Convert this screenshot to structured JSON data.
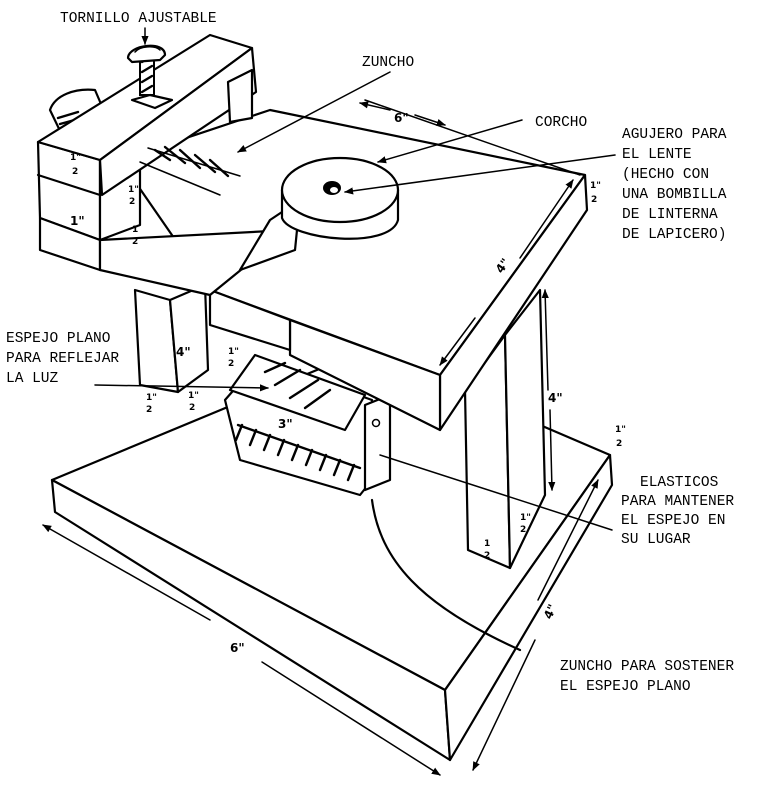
{
  "diagram": {
    "subject": "Soporte de microscopio casero",
    "labels": {
      "tornillo": "TORNILLO AJUSTABLE",
      "zuncho_top": "ZUNCHO",
      "corcho": "CORCHO",
      "agujero": [
        "AGUJERO PARA",
        "EL LENTE",
        "(HECHO CON",
        "UNA BOMBILLA",
        "DE LINTERNA",
        "DE LAPICERO)"
      ],
      "espejo": [
        "ESPEJO PLANO",
        "PARA REFLEJAR",
        "LA LUZ"
      ],
      "elasticos": [
        "ELASTICOS",
        "PARA MANTENER",
        "EL ESPEJO EN",
        "SU LUGAR"
      ],
      "zuncho_espejo": [
        "ZUNCHO PARA SOSTENER",
        "EL ESPEJO PLANO"
      ]
    },
    "dimensions": {
      "top_length": "6\"",
      "platform_depth": "4\"",
      "platform_thickness_num": "1\"",
      "platform_thickness_den": "2",
      "left_block_top_num": "1\"",
      "left_block_top_den": "2",
      "left_block_mid_num": "1\"",
      "left_block_mid_den": "2",
      "left_block_width": "1\"",
      "left_block_gap_num": "1",
      "left_block_gap_den": "2",
      "left_column_height": "4\"",
      "left_column_w_num": "1\"",
      "left_column_w_den": "2",
      "left_column_d_num": "1\"",
      "left_column_d_den": "2",
      "mirror_w_num": "1\"",
      "mirror_w_den": "2",
      "mirror_length": "3\"",
      "right_column_height": "4\"",
      "right_column_w_num": "1",
      "right_column_w_den": "2",
      "right_column_d_num": "1\"",
      "right_column_d_den": "2",
      "base_thickness_num": "1\"",
      "base_thickness_den": "2",
      "base_length": "6\"",
      "base_depth": "4\""
    }
  }
}
